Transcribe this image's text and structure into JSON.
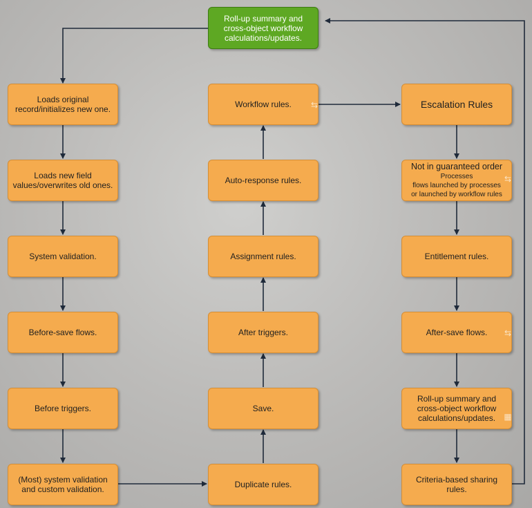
{
  "colors": {
    "node_fill": "#f5ab4e",
    "node_border": "#d48e36",
    "start_fill": "#5ea823",
    "edge": "#1f2a3a"
  },
  "nodes": {
    "top_rollup": "Roll-up summary and cross-object workflow calculations/updates.",
    "load_original": "Loads original record/initializes new one.",
    "load_new_values": "Loads new field values/overwrites old ones.",
    "system_validation": "System validation.",
    "before_save_flows": "Before-save flows.",
    "before_triggers": "Before triggers.",
    "most_validation": "(Most) system validation and custom validation.",
    "duplicate_rules": "Duplicate rules.",
    "save": "Save.",
    "after_triggers": "After triggers.",
    "assignment_rules": "Assignment rules.",
    "auto_response_rules": "Auto-response rules.",
    "workflow_rules": "Workflow rules.",
    "escalation_rules": "Escalation Rules",
    "not_guaranteed_title": "Not in guaranteed order",
    "not_guaranteed_line1": "Processes",
    "not_guaranteed_line2": "flows launched by processes",
    "not_guaranteed_line3": "or launched by workflow rules",
    "entitlement_rules": "Entitlement rules.",
    "after_save_flows": "After-save flows.",
    "rollup_summary": "Roll-up summary and cross-object workflow calculations/updates.",
    "criteria_sharing": "Criteria-based sharing rules."
  }
}
